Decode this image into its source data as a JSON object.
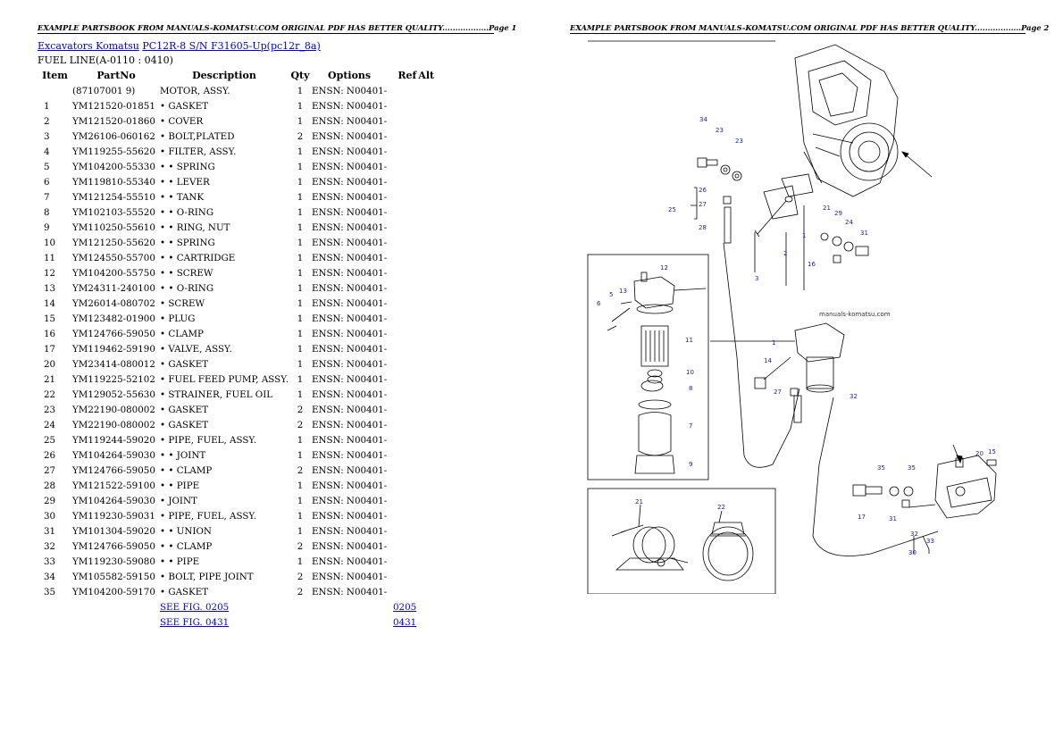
{
  "header": {
    "page1": "EXAMPLE PARTSBOOK FROM MANUALS-KOMATSU.COM ORIGINAL PDF HAS BETTER QUALITY..................Page 1",
    "page2": "EXAMPLE PARTSBOOK FROM MANUALS-KOMATSU.COM ORIGINAL PDF HAS BETTER QUALITY..................Page 2"
  },
  "breadcrumb": {
    "link1": "Excavators Komatsu",
    "link2": "PC12R-8 S/N F31605-Up(pc12r_8a)"
  },
  "subtitle": "FUEL LINE(A-0110 : 0410)",
  "columns": [
    "Item",
    "PartNo",
    "Description",
    "Qty",
    "Options",
    "Ref",
    "Alt"
  ],
  "rows": [
    {
      "item": "",
      "part": "(87107001 9)",
      "desc": "MOTOR, ASSY.",
      "qty": "1",
      "opt": "ENSN: N00401-"
    },
    {
      "item": "1",
      "part": "YM121520-01851",
      "desc": "• GASKET",
      "qty": "1",
      "opt": "ENSN: N00401-"
    },
    {
      "item": "2",
      "part": "YM121520-01860",
      "desc": "• COVER",
      "qty": "1",
      "opt": "ENSN: N00401-"
    },
    {
      "item": "3",
      "part": "YM26106-060162",
      "desc": "• BOLT,PLATED",
      "qty": "2",
      "opt": "ENSN: N00401-"
    },
    {
      "item": "4",
      "part": "YM119255-55620",
      "desc": "• FILTER, ASSY.",
      "qty": "1",
      "opt": "ENSN: N00401-"
    },
    {
      "item": "5",
      "part": "YM104200-55330",
      "desc": "• • SPRING",
      "qty": "1",
      "opt": "ENSN: N00401-"
    },
    {
      "item": "6",
      "part": "YM119810-55340",
      "desc": "• • LEVER",
      "qty": "1",
      "opt": "ENSN: N00401-"
    },
    {
      "item": "7",
      "part": "YM121254-55510",
      "desc": "• • TANK",
      "qty": "1",
      "opt": "ENSN: N00401-"
    },
    {
      "item": "8",
      "part": "YM102103-55520",
      "desc": "• • O-RING",
      "qty": "1",
      "opt": "ENSN: N00401-"
    },
    {
      "item": "9",
      "part": "YM110250-55610",
      "desc": "• • RING, NUT",
      "qty": "1",
      "opt": "ENSN: N00401-"
    },
    {
      "item": "10",
      "part": "YM121250-55620",
      "desc": "• • SPRING",
      "qty": "1",
      "opt": "ENSN: N00401-"
    },
    {
      "item": "11",
      "part": "YM124550-55700",
      "desc": "• • CARTRIDGE",
      "qty": "1",
      "opt": "ENSN: N00401-"
    },
    {
      "item": "12",
      "part": "YM104200-55750",
      "desc": "• • SCREW",
      "qty": "1",
      "opt": "ENSN: N00401-"
    },
    {
      "item": "13",
      "part": "YM24311-240100",
      "desc": "• • O-RING",
      "qty": "1",
      "opt": "ENSN: N00401-"
    },
    {
      "item": "14",
      "part": "YM26014-080702",
      "desc": "• SCREW",
      "qty": "1",
      "opt": "ENSN: N00401-"
    },
    {
      "item": "15",
      "part": "YM123482-01900",
      "desc": "• PLUG",
      "qty": "1",
      "opt": "ENSN: N00401-"
    },
    {
      "item": "16",
      "part": "YM124766-59050",
      "desc": "• CLAMP",
      "qty": "1",
      "opt": "ENSN: N00401-"
    },
    {
      "item": "17",
      "part": "YM119462-59190",
      "desc": "• VALVE, ASSY.",
      "qty": "1",
      "opt": "ENSN: N00401-"
    },
    {
      "item": "20",
      "part": "YM23414-080012",
      "desc": "• GASKET",
      "qty": "1",
      "opt": "ENSN: N00401-"
    },
    {
      "item": "21",
      "part": "YM119225-52102",
      "desc": "• FUEL FEED PUMP, ASSY.",
      "qty": "1",
      "opt": "ENSN: N00401-"
    },
    {
      "item": "22",
      "part": "YM129052-55630",
      "desc": "• STRAINER, FUEL OIL",
      "qty": "1",
      "opt": "ENSN: N00401-"
    },
    {
      "item": "23",
      "part": "YM22190-080002",
      "desc": "• GASKET",
      "qty": "2",
      "opt": "ENSN: N00401-"
    },
    {
      "item": "24",
      "part": "YM22190-080002",
      "desc": "• GASKET",
      "qty": "2",
      "opt": "ENSN: N00401-"
    },
    {
      "item": "25",
      "part": "YM119244-59020",
      "desc": "• PIPE, FUEL, ASSY.",
      "qty": "1",
      "opt": "ENSN: N00401-"
    },
    {
      "item": "26",
      "part": "YM104264-59030",
      "desc": "• • JOINT",
      "qty": "1",
      "opt": "ENSN: N00401-"
    },
    {
      "item": "27",
      "part": "YM124766-59050",
      "desc": "• • CLAMP",
      "qty": "2",
      "opt": "ENSN: N00401-"
    },
    {
      "item": "28",
      "part": "YM121522-59100",
      "desc": "• • PIPE",
      "qty": "1",
      "opt": "ENSN: N00401-"
    },
    {
      "item": "29",
      "part": "YM104264-59030",
      "desc": "• JOINT",
      "qty": "1",
      "opt": "ENSN: N00401-"
    },
    {
      "item": "30",
      "part": "YM119230-59031",
      "desc": "• PIPE, FUEL, ASSY.",
      "qty": "1",
      "opt": "ENSN: N00401-"
    },
    {
      "item": "31",
      "part": "YM101304-59020",
      "desc": "• • UNION",
      "qty": "1",
      "opt": "ENSN: N00401-"
    },
    {
      "item": "32",
      "part": "YM124766-59050",
      "desc": "• • CLAMP",
      "qty": "2",
      "opt": "ENSN: N00401-"
    },
    {
      "item": "33",
      "part": "YM119230-59080",
      "desc": "• • PIPE",
      "qty": "1",
      "opt": "ENSN: N00401-"
    },
    {
      "item": "34",
      "part": "YM105582-59150",
      "desc": "• BOLT, PIPE JOINT",
      "qty": "2",
      "opt": "ENSN: N00401-"
    },
    {
      "item": "35",
      "part": "YM104200-59170",
      "desc": "• GASKET",
      "qty": "2",
      "opt": "ENSN: N00401-"
    }
  ],
  "see_links": [
    {
      "label": "SEE FIG. 0205",
      "ref": "0205"
    },
    {
      "label": "SEE FIG. 0431",
      "ref": "0431"
    }
  ],
  "diagram": {
    "watermark": "manuals-komatsu.com",
    "callouts": [
      "34",
      "23",
      "23",
      "26",
      "27",
      "25",
      "28",
      "1",
      "2",
      "3",
      "21",
      "29",
      "24",
      "31",
      "16",
      "12",
      "13",
      "5",
      "6",
      "11",
      "10",
      "8",
      "7",
      "9",
      "1",
      "14",
      "27",
      "32",
      "20",
      "15",
      "35",
      "35",
      "17",
      "31",
      "32",
      "33",
      "30",
      "21",
      "22"
    ]
  }
}
